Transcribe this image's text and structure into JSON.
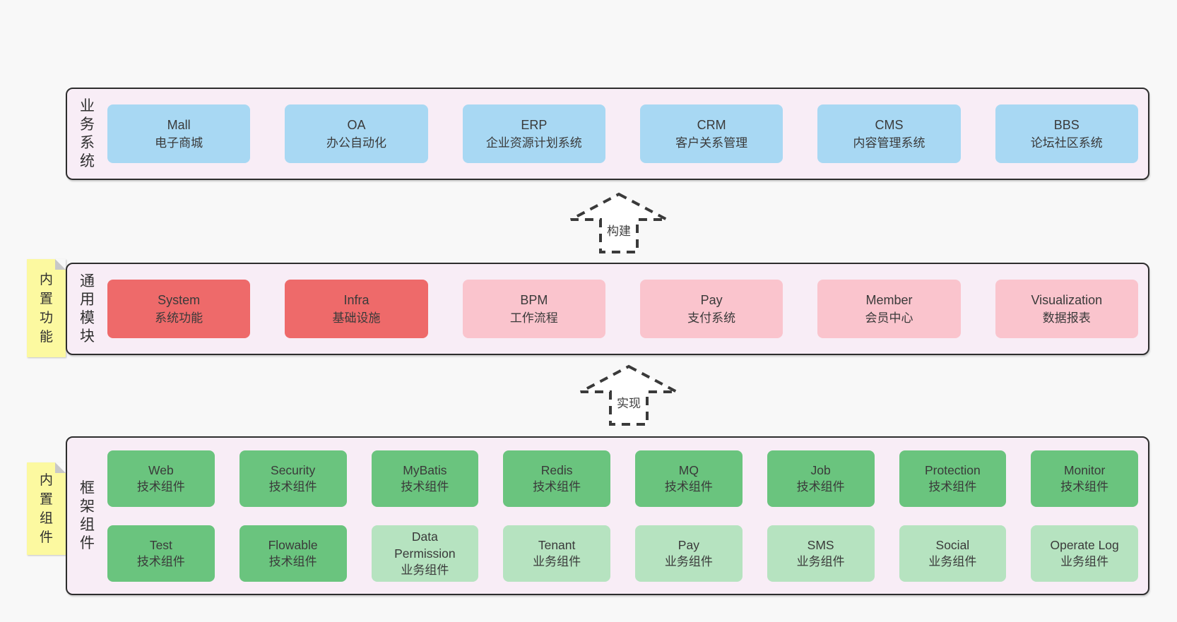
{
  "colors": {
    "page_bg": "#f8f8f8",
    "band_bg": "#f8edf6",
    "band_border": "#2d2d2d",
    "box_blue": "#a8d8f3",
    "box_red": "#ee6a6a",
    "box_pink": "#fac4cd",
    "box_green": "#6ac47e",
    "box_green_light": "#b6e3c0",
    "sticky_yellow": "#fcf9a0",
    "text": "#333333"
  },
  "arrows": [
    {
      "label": "构建"
    },
    {
      "label": "实现"
    }
  ],
  "bands": [
    {
      "title": "业务系统",
      "boxes": [
        {
          "en": "Mall",
          "zh": "电子商城",
          "type": "blue"
        },
        {
          "en": "OA",
          "zh": "办公自动化",
          "type": "blue"
        },
        {
          "en": "ERP",
          "zh": "企业资源计划系统",
          "type": "blue"
        },
        {
          "en": "CRM",
          "zh": "客户关系管理",
          "type": "blue"
        },
        {
          "en": "CMS",
          "zh": "内容管理系统",
          "type": "blue"
        },
        {
          "en": "BBS",
          "zh": "论坛社区系统",
          "type": "blue"
        }
      ]
    },
    {
      "title": "通用模块",
      "sticky": "内置功能",
      "boxes": [
        {
          "en": "System",
          "zh": "系统功能",
          "type": "red"
        },
        {
          "en": "Infra",
          "zh": "基础设施",
          "type": "red"
        },
        {
          "en": "BPM",
          "zh": "工作流程",
          "type": "pink"
        },
        {
          "en": "Pay",
          "zh": "支付系统",
          "type": "pink"
        },
        {
          "en": "Member",
          "zh": "会员中心",
          "type": "pink"
        },
        {
          "en": "Visualization",
          "zh": "数据报表",
          "type": "pink"
        }
      ]
    },
    {
      "title": "框架组件",
      "sticky": "内置组件",
      "rows": [
        [
          {
            "en": "Web",
            "zh": "技术组件",
            "type": "green"
          },
          {
            "en": "Security",
            "zh": "技术组件",
            "type": "green"
          },
          {
            "en": "MyBatis",
            "zh": "技术组件",
            "type": "green"
          },
          {
            "en": "Redis",
            "zh": "技术组件",
            "type": "green"
          },
          {
            "en": "MQ",
            "zh": "技术组件",
            "type": "green"
          },
          {
            "en": "Job",
            "zh": "技术组件",
            "type": "green"
          },
          {
            "en": "Protection",
            "zh": "技术组件",
            "type": "green"
          },
          {
            "en": "Monitor",
            "zh": "技术组件",
            "type": "green"
          }
        ],
        [
          {
            "en": "Test",
            "zh": "技术组件",
            "type": "green"
          },
          {
            "en": "Flowable",
            "zh": "技术组件",
            "type": "green"
          },
          {
            "en": "Data\nPermission",
            "zh": "业务组件",
            "type": "green-light"
          },
          {
            "en": "Tenant",
            "zh": "业务组件",
            "type": "green-light"
          },
          {
            "en": "Pay",
            "zh": "业务组件",
            "type": "green-light"
          },
          {
            "en": "SMS",
            "zh": "业务组件",
            "type": "green-light"
          },
          {
            "en": "Social",
            "zh": "业务组件",
            "type": "green-light"
          },
          {
            "en": "Operate Log",
            "zh": "业务组件",
            "type": "green-light"
          }
        ]
      ]
    }
  ]
}
